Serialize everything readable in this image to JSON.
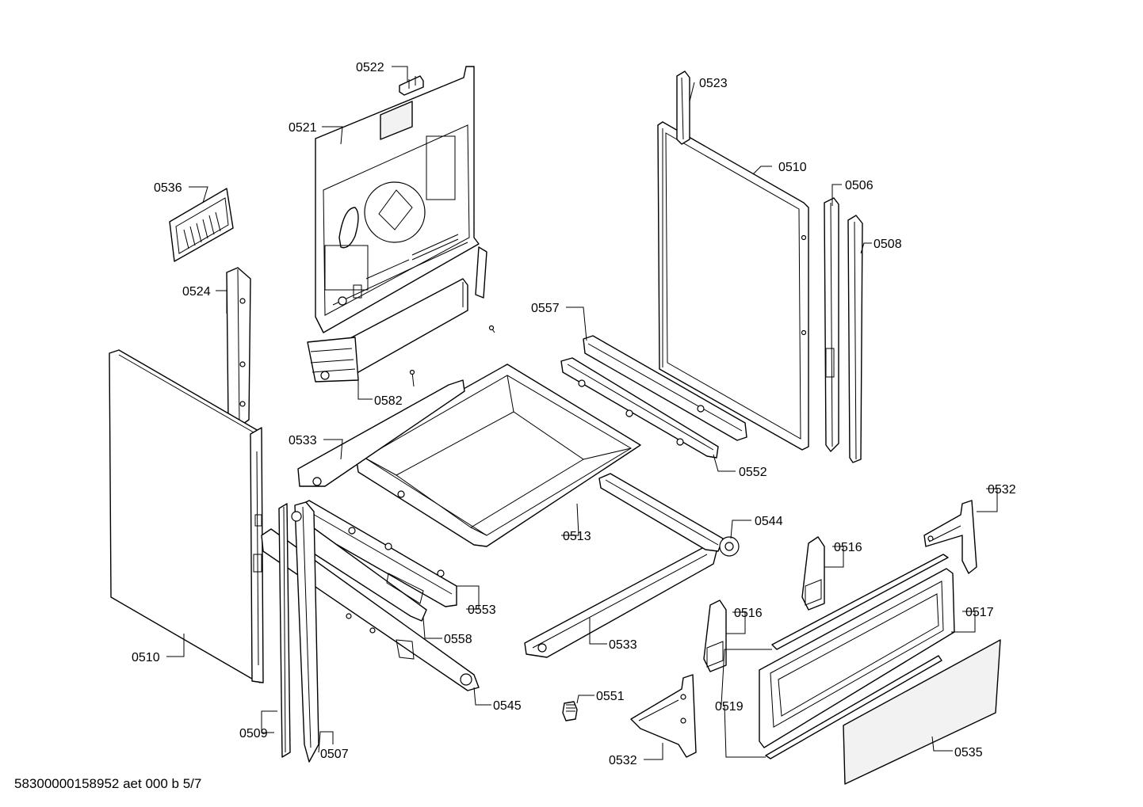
{
  "footer": {
    "doc_id": "58300000158952 aet 000 b 5/7"
  },
  "labels": {
    "l0522": "0522",
    "l0521": "0521",
    "l0536": "0536",
    "l0524": "0524",
    "l0523": "0523",
    "l0510a": "0510",
    "l0506": "0506",
    "l0508": "0508",
    "l0557": "0557",
    "l0582": "0582",
    "l0533a": "0533",
    "l0552": "0552",
    "l0532a": "0532",
    "l0544": "0544",
    "l0513": "0513",
    "l0516a": "0516",
    "l0553": "0553",
    "l0516b": "0516",
    "l0517": "0517",
    "l0558": "0558",
    "l0533b": "0533",
    "l0510b": "0510",
    "l0519": "0519",
    "l0551": "0551",
    "l0545": "0545",
    "l0509": "0509",
    "l0507": "0507",
    "l0532b": "0532",
    "l0535": "0535"
  }
}
